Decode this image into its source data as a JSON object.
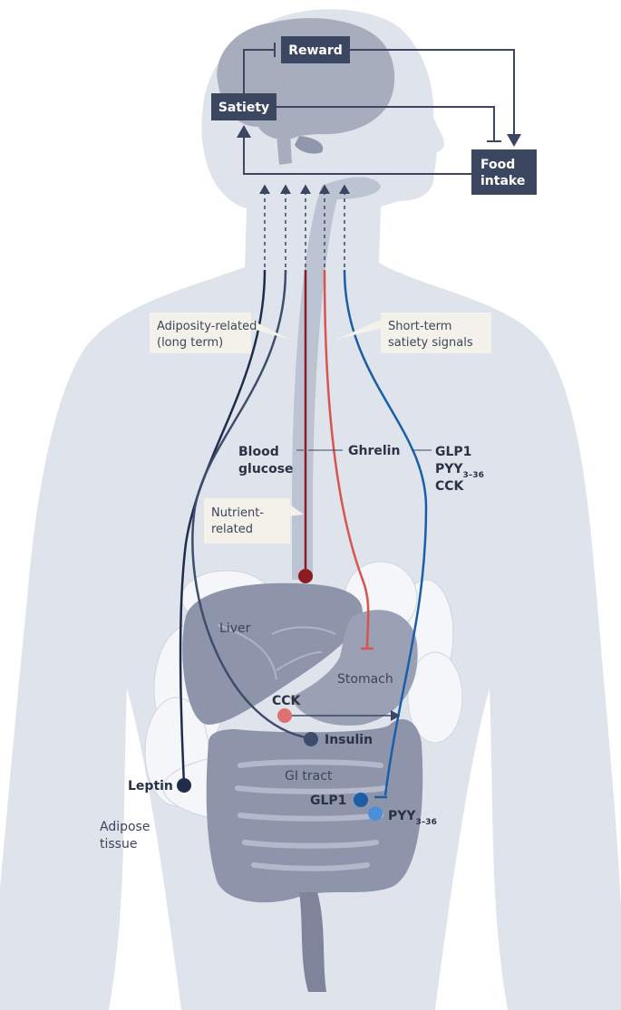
{
  "brain": {
    "reward": "Reward",
    "satiety": "Satiety",
    "food_intake_line1": "Food",
    "food_intake_line2": "intake"
  },
  "callouts": {
    "adiposity_line1": "Adiposity-related",
    "adiposity_line2": "(long term)",
    "short_term_line1": "Short-term",
    "short_term_line2": "satiety signals",
    "nutrient_line1": "Nutrient-",
    "nutrient_line2": "related"
  },
  "signals": {
    "blood_glucose_line1": "Blood",
    "blood_glucose_line2": "glucose",
    "ghrelin": "Ghrelin",
    "glp1_upper": "GLP1",
    "pyy_upper": "PYY",
    "pyy_upper_sub": "3–36",
    "cck_upper": "CCK",
    "cck_lower": "CCK",
    "insulin": "Insulin",
    "leptin": "Leptin",
    "glp1_lower": "GLP1",
    "pyy_lower": "PYY",
    "pyy_lower_sub": "3–36"
  },
  "organs": {
    "liver": "Liver",
    "stomach": "Stomach",
    "gi_tract": "GI tract",
    "adipose_line1": "Adipose",
    "adipose_line2": "tissue"
  },
  "colors": {
    "body": "#dfe4ec",
    "organ": "#8e95ab",
    "organ_dark": "#6f7690",
    "brain": "#a8adbe",
    "box": "#3b4760",
    "leptin_line": "#1f2d4a",
    "insulin_line": "#3e4d6b",
    "glucose_line": "#8c1c24",
    "ghrelin_line": "#d9534f",
    "gut_hormone_line": "#1a5ea8",
    "callout": "#f3f1ea"
  }
}
